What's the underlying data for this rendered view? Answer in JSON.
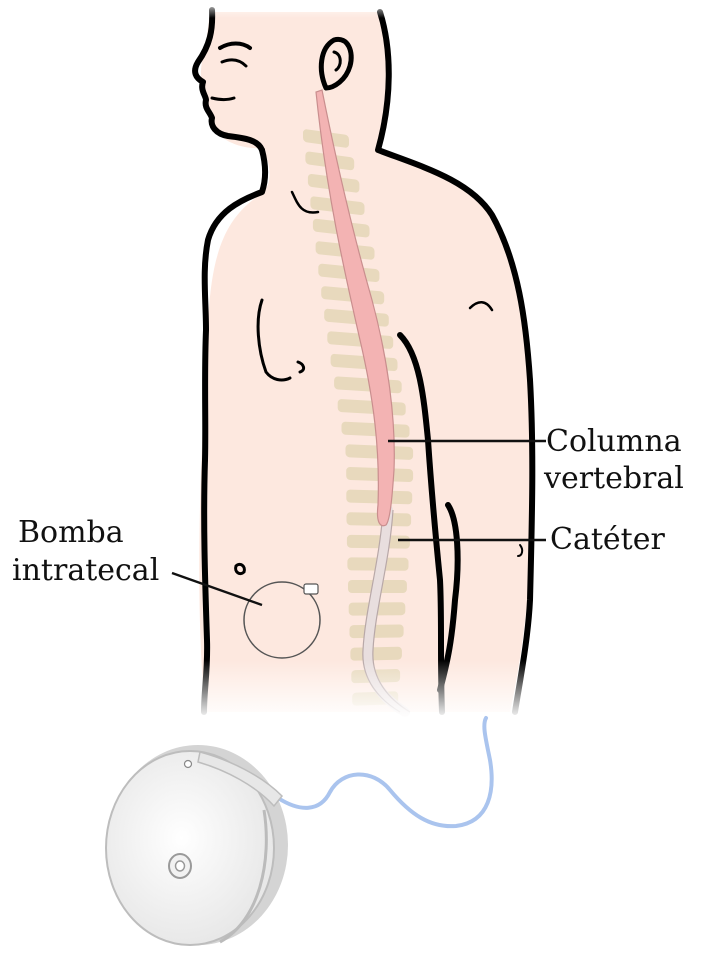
{
  "labels": {
    "spine_line1": "Columna",
    "spine_line2": "vertebral",
    "catheter": "Catéter",
    "pump_line1": "Bomba",
    "pump_line2": "intratecal"
  },
  "colors": {
    "skin": "#fde8df",
    "outline": "#000000",
    "vertebra": "#e8d9bd",
    "spinal_cord": "#f3b3b3",
    "catheter": "#e8dede",
    "tube": "#aac4ee",
    "pump_body": "#f4f4f4",
    "pump_shade": "#c9c9c9"
  }
}
